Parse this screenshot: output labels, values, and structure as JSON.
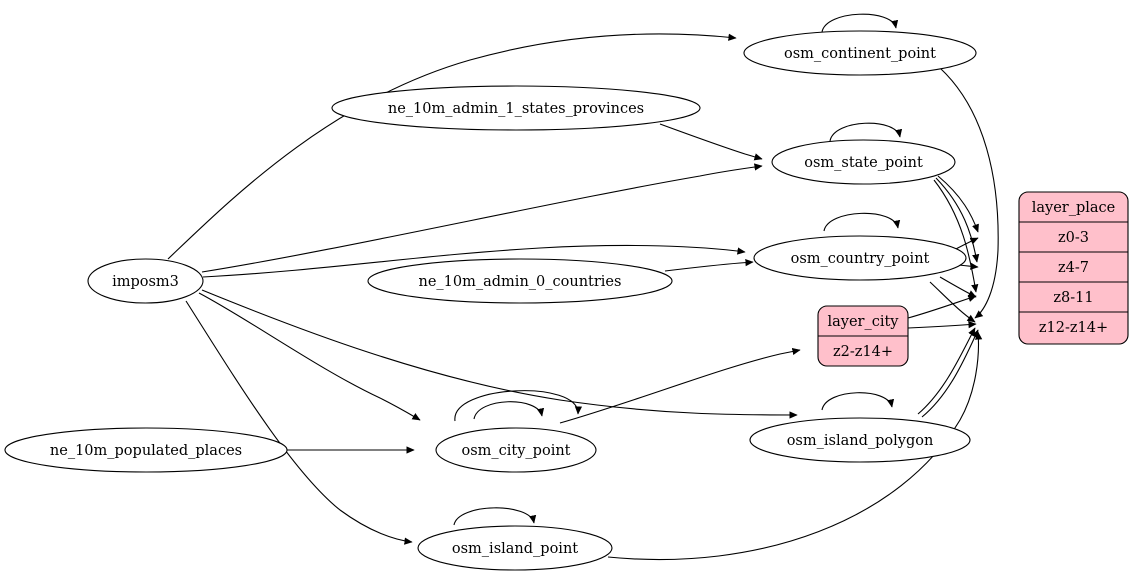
{
  "diagram": {
    "type": "directed-graph",
    "title": "",
    "background_color": "#ffffff",
    "edge_color": "#000000",
    "record_fill_color": "#ffc0cb",
    "ellipse_fill_color": "#ffffff"
  },
  "nodes": {
    "imposm3": {
      "label": "imposm3",
      "shape": "ellipse"
    },
    "ne_states": {
      "label": "ne_10m_admin_1_states_provinces",
      "shape": "ellipse"
    },
    "ne_countries": {
      "label": "ne_10m_admin_0_countries",
      "shape": "ellipse"
    },
    "ne_populated": {
      "label": "ne_10m_populated_places",
      "shape": "ellipse"
    },
    "osm_continent_point": {
      "label": "osm_continent_point",
      "shape": "ellipse"
    },
    "osm_state_point": {
      "label": "osm_state_point",
      "shape": "ellipse"
    },
    "osm_country_point": {
      "label": "osm_country_point",
      "shape": "ellipse"
    },
    "osm_city_point": {
      "label": "osm_city_point",
      "shape": "ellipse"
    },
    "osm_island_polygon": {
      "label": "osm_island_polygon",
      "shape": "ellipse"
    },
    "osm_island_point": {
      "label": "osm_island_point",
      "shape": "ellipse"
    },
    "layer_place": {
      "title": "layer_place",
      "shape": "record",
      "fields": [
        "z0-3",
        "z4-7",
        "z8-11",
        "z12-z14+"
      ]
    },
    "layer_city": {
      "title": "layer_city",
      "shape": "record",
      "fields": [
        "z2-z14+"
      ]
    }
  },
  "edges": [
    {
      "from": "imposm3",
      "to": "osm_continent_point"
    },
    {
      "from": "imposm3",
      "to": "osm_state_point"
    },
    {
      "from": "imposm3",
      "to": "osm_country_point"
    },
    {
      "from": "imposm3",
      "to": "osm_city_point"
    },
    {
      "from": "imposm3",
      "to": "osm_island_polygon"
    },
    {
      "from": "imposm3",
      "to": "osm_island_point"
    },
    {
      "from": "ne_states",
      "to": "osm_state_point"
    },
    {
      "from": "ne_countries",
      "to": "osm_country_point"
    },
    {
      "from": "ne_populated",
      "to": "osm_city_point"
    },
    {
      "from": "osm_continent_point",
      "to": "osm_continent_point"
    },
    {
      "from": "osm_state_point",
      "to": "osm_state_point"
    },
    {
      "from": "osm_country_point",
      "to": "osm_country_point"
    },
    {
      "from": "osm_city_point",
      "to": "osm_city_point"
    },
    {
      "from": "osm_island_polygon",
      "to": "osm_island_polygon"
    },
    {
      "from": "osm_island_point",
      "to": "osm_island_point"
    },
    {
      "from": "osm_continent_point",
      "to": "layer_place"
    },
    {
      "from": "osm_state_point",
      "to": "layer_place"
    },
    {
      "from": "osm_country_point",
      "to": "layer_place"
    },
    {
      "from": "osm_island_polygon",
      "to": "layer_place"
    },
    {
      "from": "osm_island_point",
      "to": "layer_place"
    },
    {
      "from": "osm_city_point",
      "to": "layer_city"
    },
    {
      "from": "layer_city",
      "to": "layer_place"
    }
  ]
}
